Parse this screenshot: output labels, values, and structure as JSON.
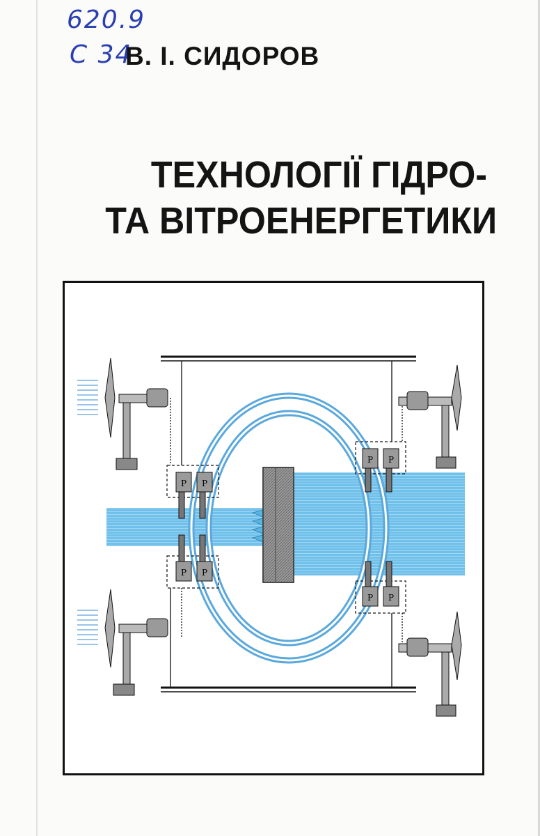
{
  "library_mark": {
    "code_line_1": "620.9",
    "code_line_2": "С 34"
  },
  "author": "В. І. СИДОРОВ",
  "title": {
    "line_1": "ТЕХНОЛОГІЇ ГІДРО-",
    "line_2": "ТА ВІТРОЕНЕРГЕТИКИ"
  },
  "figure": {
    "pump_label": "P",
    "colors": {
      "water": "#5ab4e0",
      "pipe": "#6fb8e6",
      "metal": "#8a8a8a",
      "frame": "#111111"
    }
  }
}
